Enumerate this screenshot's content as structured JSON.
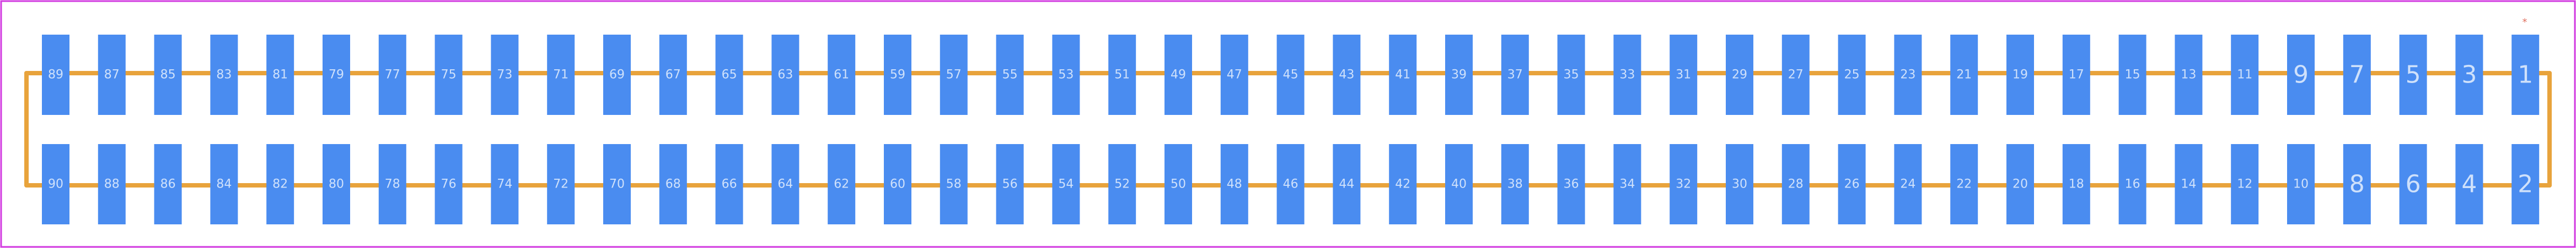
{
  "footprint": {
    "pin_one_marker": "*",
    "top_row_pins": [
      "89",
      "87",
      "85",
      "83",
      "81",
      "79",
      "77",
      "75",
      "73",
      "71",
      "69",
      "67",
      "65",
      "63",
      "61",
      "59",
      "57",
      "55",
      "53",
      "51",
      "49",
      "47",
      "45",
      "43",
      "41",
      "39",
      "37",
      "35",
      "33",
      "31",
      "29",
      "27",
      "25",
      "23",
      "21",
      "19",
      "17",
      "15",
      "13",
      "11",
      "9",
      "7",
      "5",
      "3",
      "1"
    ],
    "bottom_row_pins": [
      "90",
      "88",
      "86",
      "84",
      "82",
      "80",
      "78",
      "76",
      "74",
      "72",
      "70",
      "68",
      "66",
      "64",
      "62",
      "60",
      "58",
      "56",
      "54",
      "52",
      "50",
      "48",
      "46",
      "44",
      "42",
      "40",
      "38",
      "36",
      "34",
      "32",
      "30",
      "28",
      "26",
      "24",
      "22",
      "20",
      "18",
      "16",
      "14",
      "12",
      "10",
      "8",
      "6",
      "4",
      "2"
    ],
    "colors": {
      "pad": "#4a8cf0",
      "silkscreen": "#e8a33c",
      "border": "#d23be0",
      "marker": "#e07060",
      "label": "#cfe1fb"
    }
  }
}
